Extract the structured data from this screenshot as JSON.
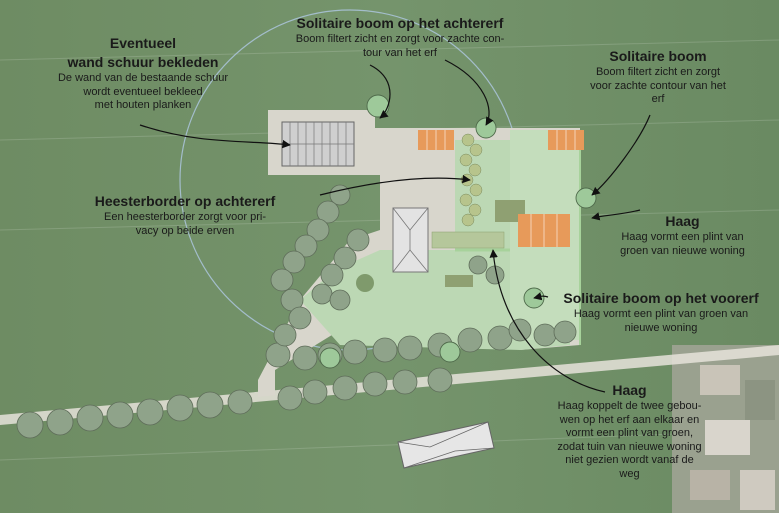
{
  "annotations": [
    {
      "id": "eventueel",
      "title": "Eventueel\nwand schuur bekleden",
      "desc": "De wand van de bestaande schuur\nwordt eventueel bekleed\nmet houten planken"
    },
    {
      "id": "solitaire-achter",
      "title": "Solitaire boom op het achtererf",
      "desc": "Boom filtert zicht en zorgt voor zachte con-\ntour van het erf"
    },
    {
      "id": "solitaire-boom",
      "title": "Solitaire boom",
      "desc": "Boom filtert zicht en zorgt\nvoor zachte contour van het\nerf"
    },
    {
      "id": "heesterborder",
      "title": "Heesterborder op achtererf",
      "desc": "Een heesterborder zorgt voor pri-\nvacy op beide erven"
    },
    {
      "id": "haag-rechts",
      "title": "Haag",
      "desc": "Haag vormt een plint van\ngroen van nieuwe woning"
    },
    {
      "id": "solitaire-voor",
      "title": "Solitaire boom op het voorerf",
      "desc": "Haag vormt een plint van groen van\nnieuwe woning"
    },
    {
      "id": "haag-onder",
      "title": "Haag",
      "desc": "Haag koppelt de twee gebou-\nwen op het erf aan elkaar en\nvormt een plint van groen,\nzodat tuin van nieuwe woning\nniet gezien wordt vanaf de\nweg"
    }
  ],
  "colors": {
    "field": "#6f8f66",
    "yard": "#d8d6cc",
    "lawn": "#bcd8b4",
    "tree": "#8fa38a",
    "tree_highlight": "#9ec99a",
    "hedge": "#b5c79b",
    "beds": "#e79a5a",
    "arrow": "#111111"
  }
}
